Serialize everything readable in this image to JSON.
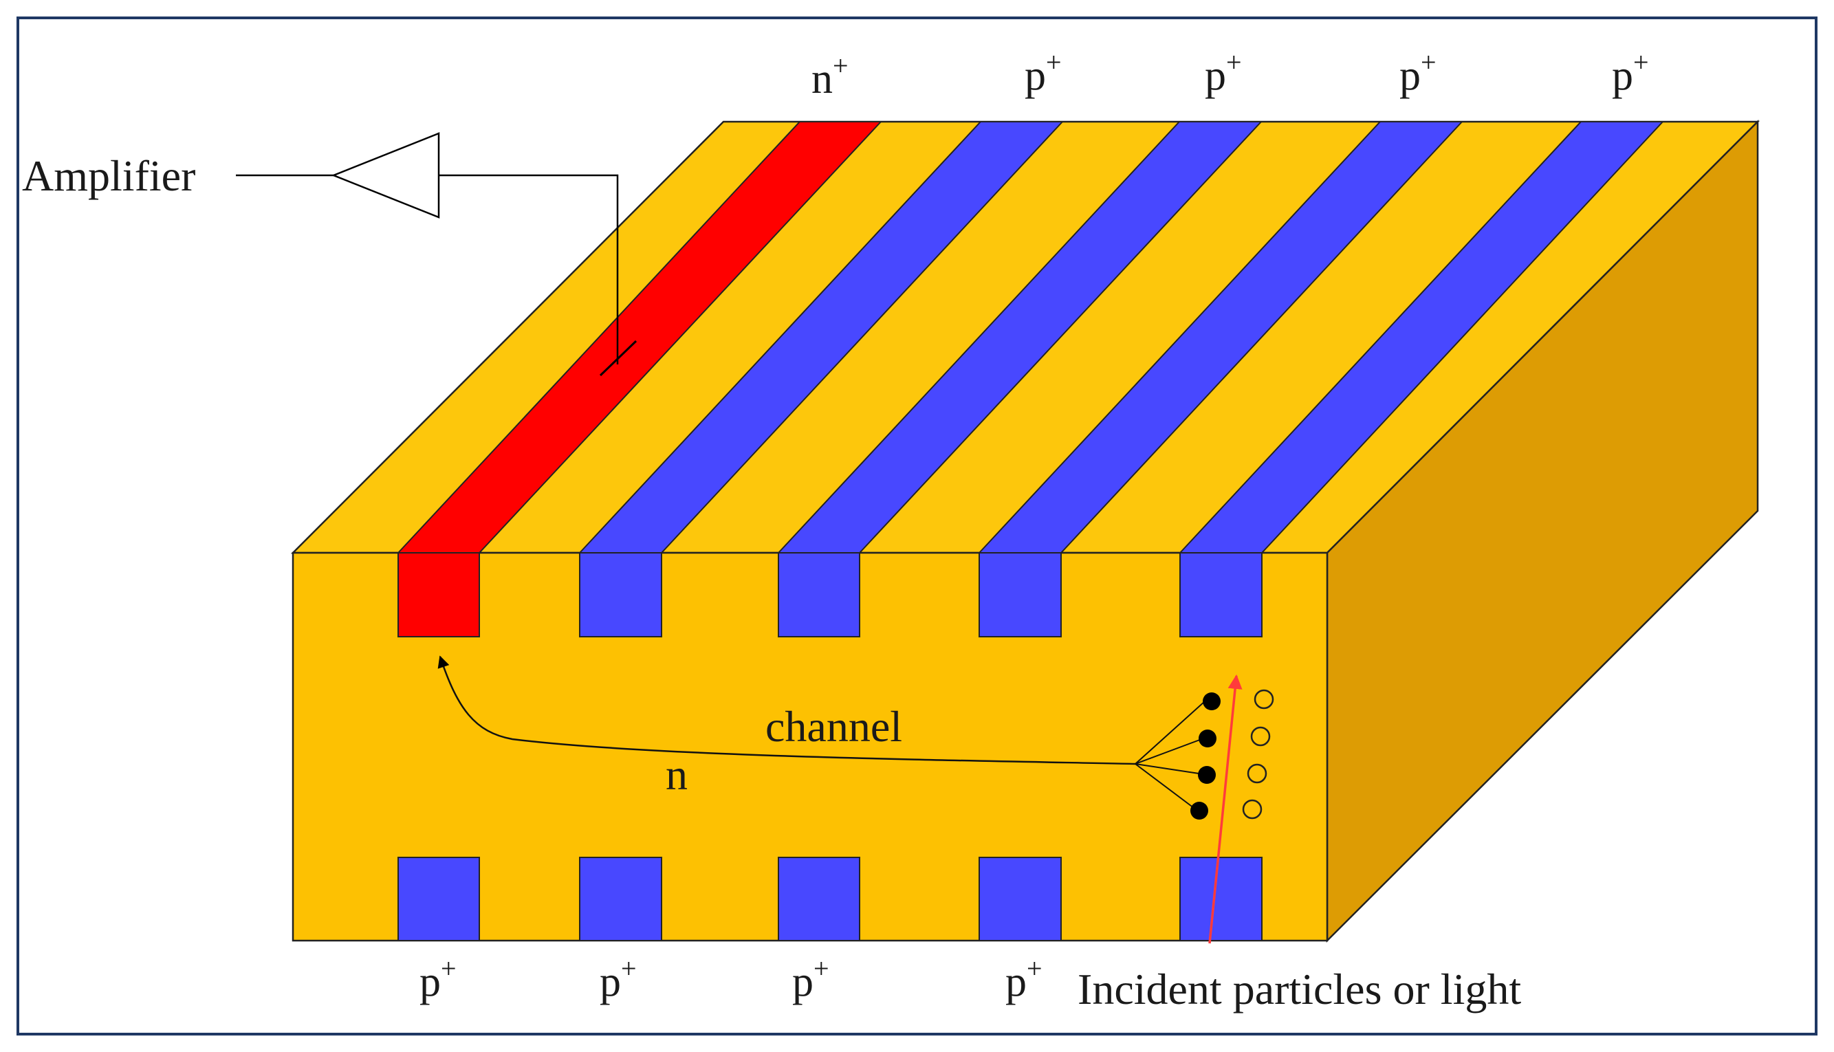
{
  "labels": {
    "amplifier": "Amplifier",
    "channel": "channel",
    "n_region": "n",
    "incident": "Incident particles or light"
  },
  "top_electrodes": [
    {
      "base": "n",
      "sup": "+"
    },
    {
      "base": "p",
      "sup": "+"
    },
    {
      "base": "p",
      "sup": "+"
    },
    {
      "base": "p",
      "sup": "+"
    },
    {
      "base": "p",
      "sup": "+"
    }
  ],
  "bottom_electrodes": [
    {
      "base": "p",
      "sup": "+"
    },
    {
      "base": "p",
      "sup": "+"
    },
    {
      "base": "p",
      "sup": "+"
    },
    {
      "base": "p",
      "sup": "+"
    }
  ],
  "colors": {
    "substrate_top": "#FDC70C",
    "substrate_front": "#FDC102",
    "substrate_side": "#DD9C04",
    "n_plus": "#FF0000",
    "p_plus": "#4848FF",
    "frame": "#1F3864",
    "incident_arrow": "#FF3B3B"
  },
  "icons": {
    "amplifier": "amplifier-triangle-icon",
    "incident": "incident-arrow-icon"
  }
}
